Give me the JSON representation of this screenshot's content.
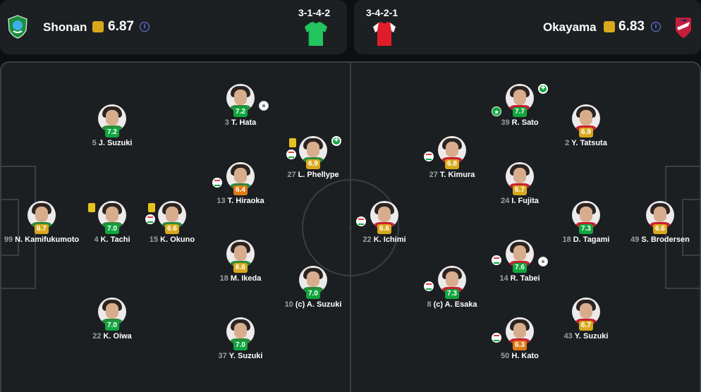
{
  "home": {
    "name": "Shonan",
    "rating": "6.87",
    "formation": "3-1-4-2",
    "kit_color": "#22c55e",
    "logo": "shonan-bellmare-crest",
    "rating_color": "#d9a91c"
  },
  "away": {
    "name": "Okayama",
    "rating": "6.83",
    "formation": "3-4-2-1",
    "kit_color": "#e11d2a",
    "logo": "fagiano-okayama-crest",
    "rating_color": "#d9a91c"
  },
  "info_icon_label": "i",
  "players": [
    {
      "num": "99",
      "name": "N. Kamifukumoto",
      "rating": "6.7",
      "tier": "yellow",
      "badges": []
    },
    {
      "num": "5",
      "name": "J. Suzuki",
      "rating": "7.2",
      "tier": "green",
      "badges": []
    },
    {
      "num": "4",
      "name": "K. Tachi",
      "rating": "7.0",
      "tier": "green",
      "badges": [
        "yellow-card"
      ]
    },
    {
      "num": "22",
      "name": "K. Oiwa",
      "rating": "7.0",
      "tier": "green",
      "badges": []
    },
    {
      "num": "15",
      "name": "K. Okuno",
      "rating": "6.6",
      "tier": "yellow",
      "badges": [
        "yellow-card",
        "sub"
      ]
    },
    {
      "num": "3",
      "name": "T. Hata",
      "rating": "7.2",
      "tier": "green",
      "badges": [
        "ball"
      ]
    },
    {
      "num": "13",
      "name": "T. Hiraoka",
      "rating": "6.4",
      "tier": "orange",
      "badges": [
        "sub"
      ]
    },
    {
      "num": "18",
      "name": "M. Ikeda",
      "rating": "6.6",
      "tier": "yellow",
      "badges": []
    },
    {
      "num": "37",
      "name": "Y. Suzuki",
      "rating": "7.0",
      "tier": "green",
      "badges": []
    },
    {
      "num": "27",
      "name": "L. Phellype",
      "rating": "6.9",
      "tier": "yellow",
      "badges": [
        "yellow-card",
        "goal",
        "sub"
      ]
    },
    {
      "num": "10",
      "name": "(c) A. Suzuki",
      "rating": "7.0",
      "tier": "green",
      "badges": []
    },
    {
      "num": "22",
      "name": "K. Ichimi",
      "rating": "6.6",
      "tier": "yellow",
      "badges": [
        "sub"
      ]
    },
    {
      "num": "27",
      "name": "T. Kimura",
      "rating": "6.8",
      "tier": "yellow",
      "badges": [
        "sub"
      ]
    },
    {
      "num": "8",
      "name": "(c) A. Esaka",
      "rating": "7.3",
      "tier": "green",
      "badges": [
        "sub"
      ]
    },
    {
      "num": "39",
      "name": "R. Sato",
      "rating": "7.7",
      "tier": "green",
      "badges": [
        "goal",
        "star"
      ]
    },
    {
      "num": "24",
      "name": "I. Fujita",
      "rating": "6.7",
      "tier": "yellow",
      "badges": []
    },
    {
      "num": "14",
      "name": "R. Tabei",
      "rating": "7.6",
      "tier": "green",
      "badges": [
        "sub",
        "ball"
      ]
    },
    {
      "num": "50",
      "name": "H. Kato",
      "rating": "6.3",
      "tier": "orange",
      "badges": [
        "sub"
      ]
    },
    {
      "num": "2",
      "name": "Y. Tatsuta",
      "rating": "6.9",
      "tier": "yellow",
      "badges": []
    },
    {
      "num": "18",
      "name": "D. Tagami",
      "rating": "7.3",
      "tier": "green",
      "badges": []
    },
    {
      "num": "43",
      "name": "Y. Suzuki",
      "rating": "6.7",
      "tier": "yellow",
      "badges": []
    },
    {
      "num": "49",
      "name": "S. Brodersen",
      "rating": "6.6",
      "tier": "yellow",
      "badges": []
    }
  ]
}
